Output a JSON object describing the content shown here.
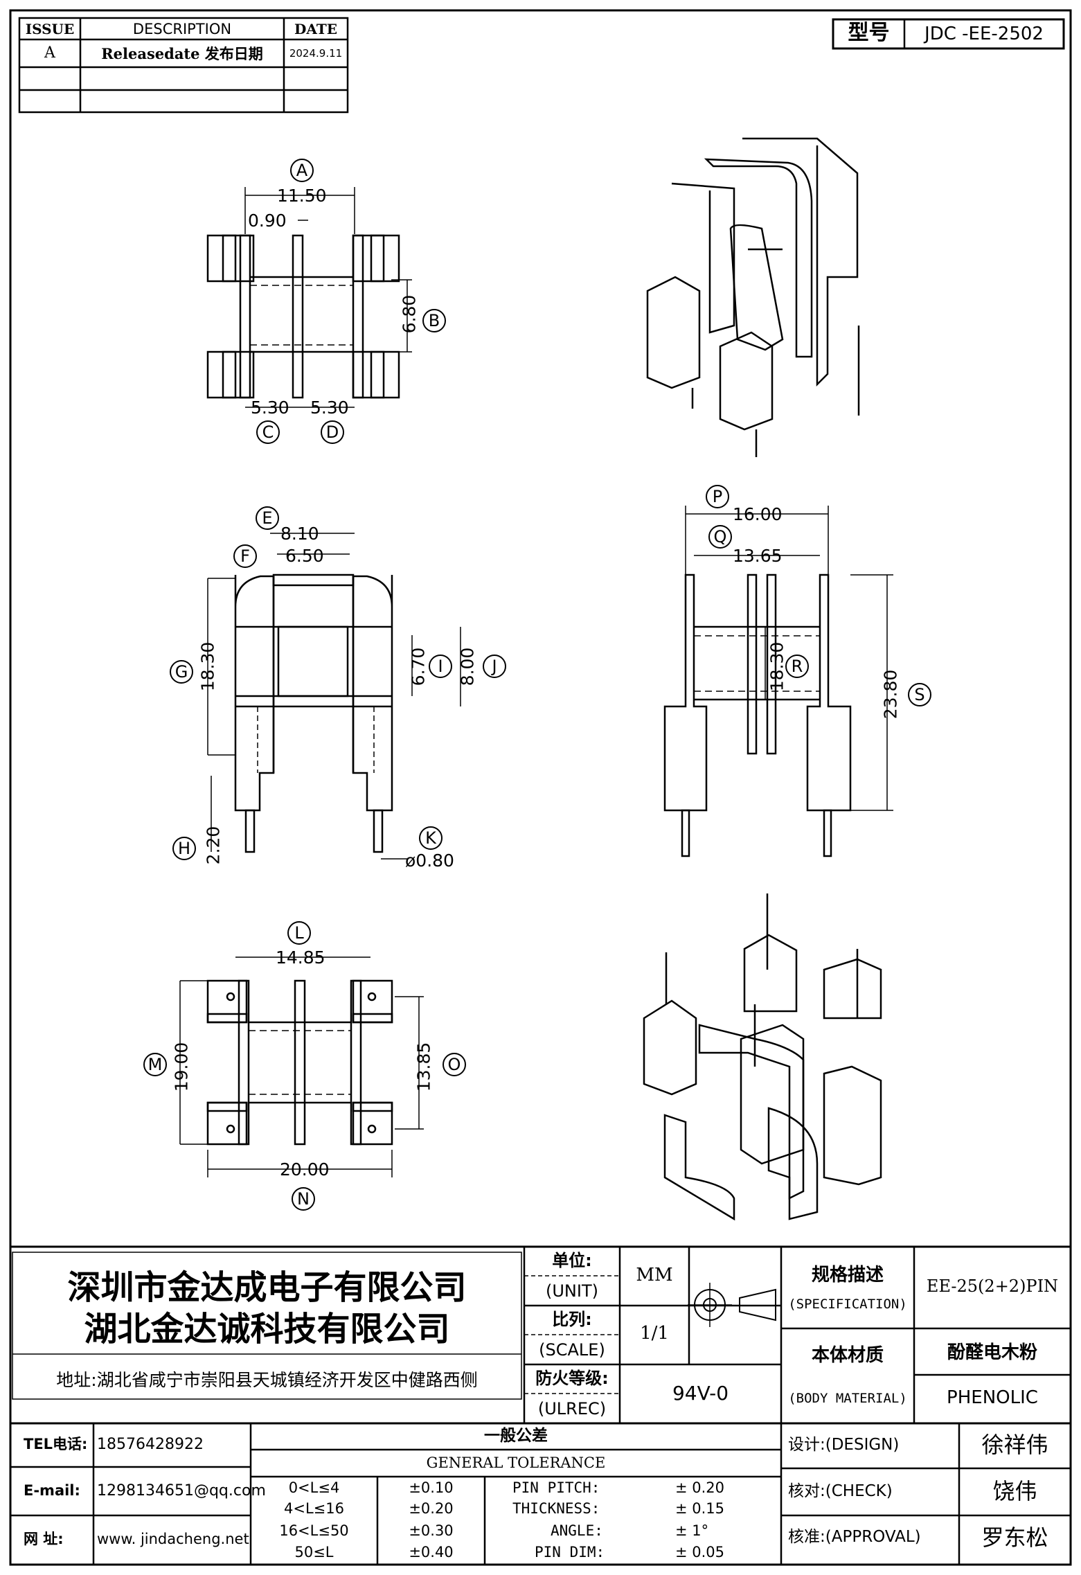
{
  "issue_table": {
    "headers": [
      "ISSUE",
      "DESCRIPTION",
      "DATE"
    ],
    "rows": [
      {
        "issue": "A",
        "description": "Releasedate 发布日期",
        "date": "2024.9.11"
      }
    ]
  },
  "model": {
    "label": "型号",
    "value": "JDC -EE-2502"
  },
  "views": {
    "top": {
      "labels": [
        "A",
        "B",
        "C",
        "D"
      ],
      "dims": [
        "11.50",
        "0.90",
        "6.80",
        "5.30",
        "5.30"
      ]
    },
    "front": {
      "labels": [
        "E",
        "F",
        "G",
        "H",
        "I",
        "J",
        "K"
      ],
      "dims": [
        "8.10",
        "6.50",
        "18.30",
        "6.70",
        "8.00",
        "2.20",
        "ø0.80"
      ]
    },
    "side": {
      "labels": [
        "P",
        "Q",
        "R",
        "S"
      ],
      "dims": [
        "16.00",
        "13.65",
        "18.30",
        "23.80"
      ]
    },
    "bottom": {
      "labels": [
        "L",
        "M",
        "N",
        "O"
      ],
      "dims": [
        "14.85",
        "19.00",
        "13.85",
        "20.00"
      ]
    }
  },
  "company": {
    "name1": "深圳市金达成电子有限公司",
    "name2": "湖北金达诚科技有限公司",
    "address": "地址:湖北省咸宁市崇阳县天城镇经济开发区中健路西侧"
  },
  "specs": {
    "unit_cn": "单位:",
    "unit_en": "(UNIT)",
    "unit_value": "MM",
    "scale_cn": "比列:",
    "scale_en": "(SCALE)",
    "scale_value": "1/1",
    "flame_cn": "防火等级:",
    "flame_en": "(ULREC)",
    "flame_value": "94V-0",
    "spec_cn": "规格描述",
    "spec_en": "(SPECIFICATION)",
    "spec_value": "EE-25(2+2)PIN",
    "material_cn": "本体材质",
    "material_en": "(BODY MATERIAL)",
    "material_value_cn": "酚醛电木粉",
    "material_value_en": "PHENOLIC"
  },
  "contact": {
    "tel_label": "TEL电话:",
    "tel": "18576428922",
    "email_label": "E-mail:",
    "email": "1298134651@qq.com",
    "web_label": "网    址:",
    "web": "www. jindacheng.net"
  },
  "tolerance": {
    "title_cn": "一般公差",
    "title_en": "GENERAL TOLERANCE",
    "ranges": [
      {
        "range": "0<L≤4",
        "tol": "±0.10"
      },
      {
        "range": "4<L≤16",
        "tol": "±0.20"
      },
      {
        "range": "16<L≤50",
        "tol": "±0.30"
      },
      {
        "range": "50≤L",
        "tol": "±0.40"
      }
    ],
    "items": [
      {
        "name": "PIN PITCH:",
        "value": "±  0.20"
      },
      {
        "name": "THICKNESS:",
        "value": "±  0.15"
      },
      {
        "name": "ANGLE:",
        "value": "±  1°"
      },
      {
        "name": "PIN DIM:",
        "value": "±  0.05"
      }
    ]
  },
  "signoff": [
    {
      "role": "设计:(DESIGN)",
      "name": "徐祥伟"
    },
    {
      "role": "核对:(CHECK)",
      "name": "饶伟"
    },
    {
      "role": "核准:(APPROVAL)",
      "name": "罗东松"
    }
  ]
}
